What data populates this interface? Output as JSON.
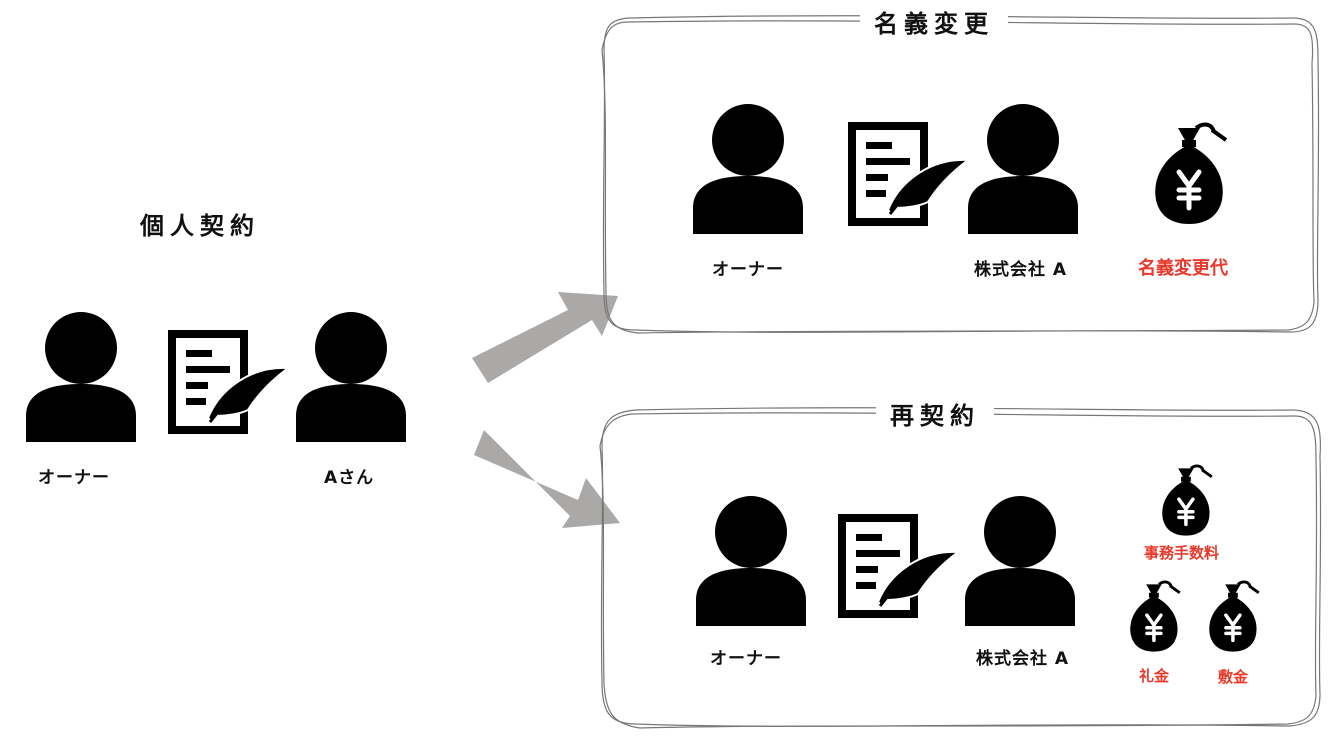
{
  "left_section": {
    "title": "個人契約",
    "owner_label": "オーナー",
    "tenant_label": "Aさん"
  },
  "name_change": {
    "title": "名義変更",
    "owner_label": "オーナー",
    "company_label": "株式会社 A",
    "fee_label": "名義変更代"
  },
  "recontract": {
    "title": "再契約",
    "owner_label": "オーナー",
    "company_label": "株式会社 A",
    "fees": {
      "admin_fee": "事務手数料",
      "key_money": "礼金",
      "deposit": "敷金"
    }
  },
  "colors": {
    "icon": "#000000",
    "arrow": "#aaa9a8",
    "fee_text": "#e8392b",
    "frame": "#777777"
  },
  "icons": {
    "person": "person-icon",
    "contract": "contract-document-icon",
    "money_bag": "yen-money-bag-icon",
    "arrow": "arrow-icon"
  }
}
